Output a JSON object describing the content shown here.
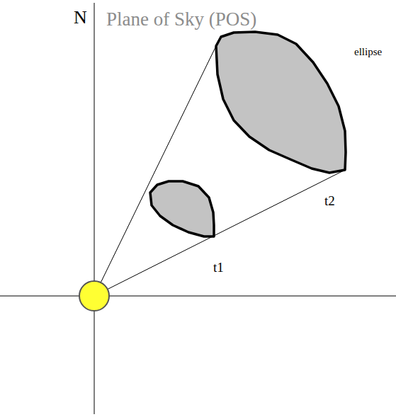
{
  "diagram": {
    "title": "Plane of Sky (POS)",
    "labels": [
      "N",
      "ellipse",
      "t1",
      "t2"
    ]
  }
}
